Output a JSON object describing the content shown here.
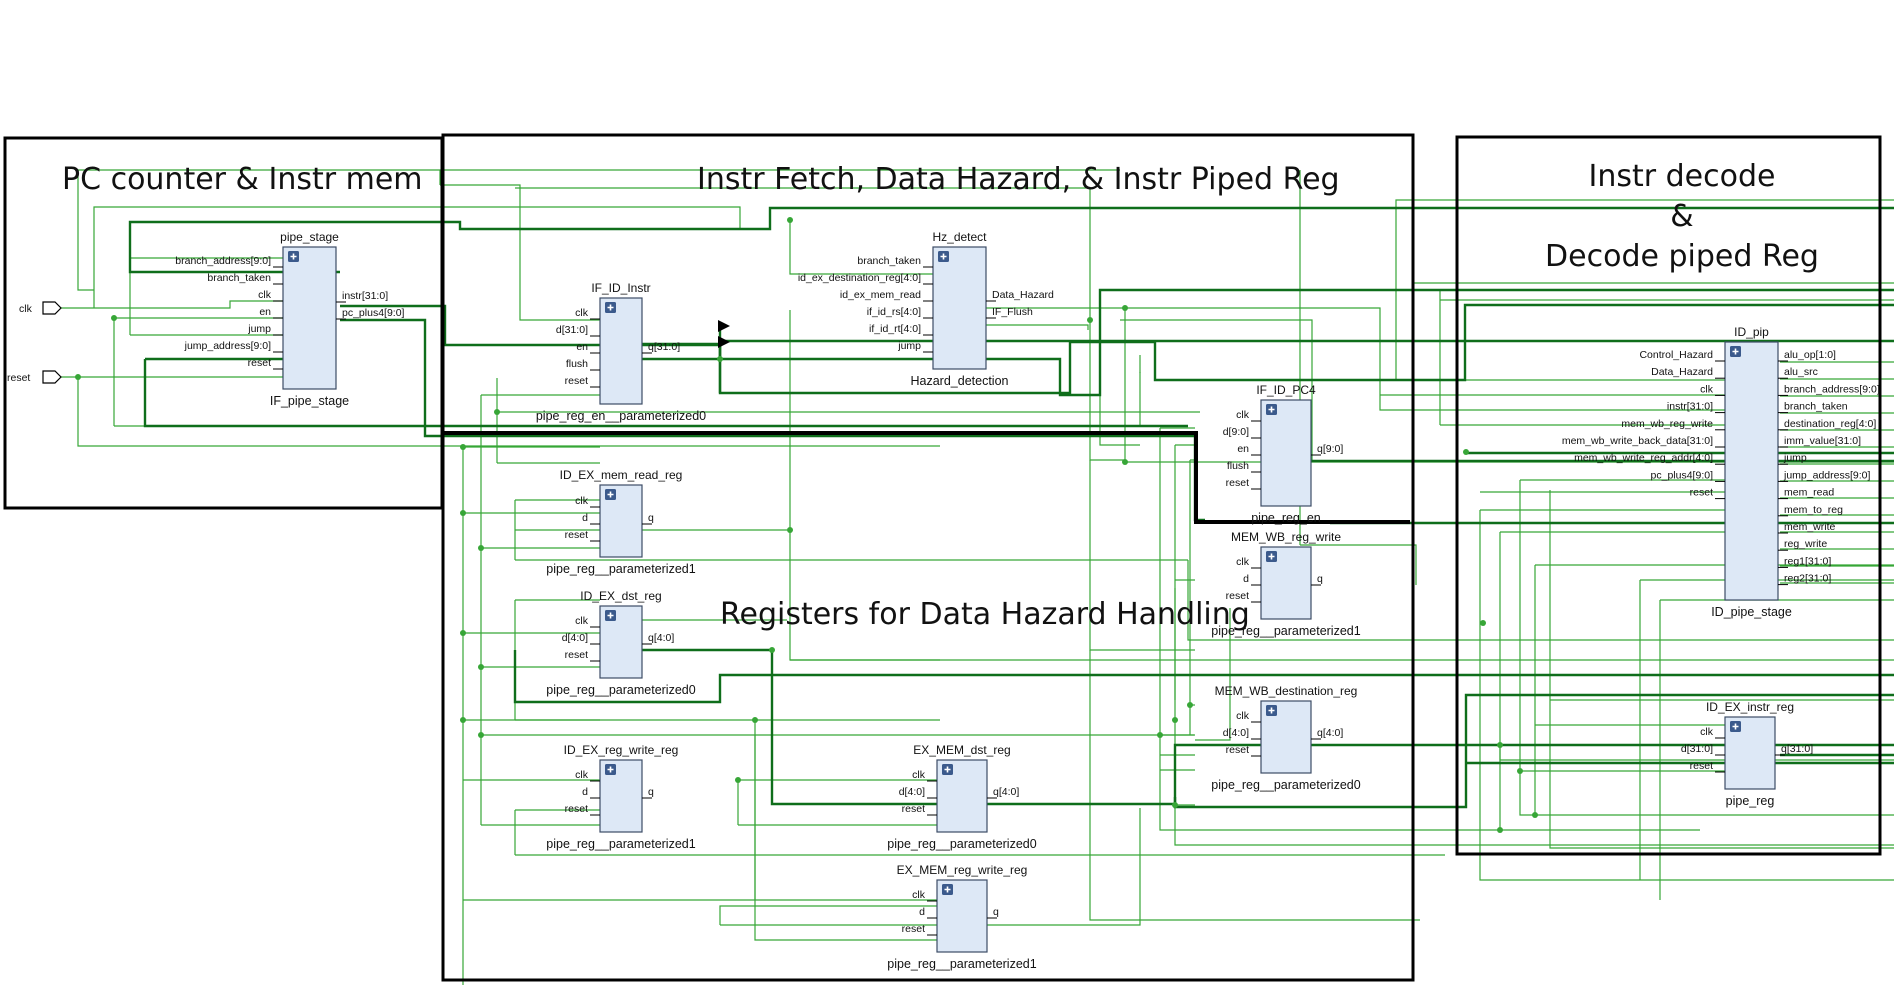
{
  "regions": {
    "pc": "PC counter & Instr mem",
    "fetch": "Instr Fetch, Data Hazard, & Instr Piped Reg",
    "decode_line1": "Instr decode",
    "decode_line2": "&",
    "decode_line3": "Decode piped Reg",
    "hazard_regs": "Registers for Data Hazard Handling"
  },
  "io_ports": [
    "clk",
    "reset"
  ],
  "blocks": [
    {
      "id": "pipe_stage",
      "title": "pipe_stage",
      "type": "IF_pipe_stage",
      "inputs": [
        "branch_address[9:0]",
        "branch_taken",
        "clk",
        "en",
        "jump",
        "jump_address[9:0]",
        "reset"
      ],
      "outputs": [
        "instr[31:0]",
        "pc_plus4[9:0]"
      ]
    },
    {
      "id": "if_id_instr",
      "title": "IF_ID_Instr",
      "type": "pipe_reg_en__parameterized0",
      "inputs": [
        "clk",
        "d[31:0]",
        "en",
        "flush",
        "reset"
      ],
      "outputs": [
        "q[31:0]"
      ]
    },
    {
      "id": "hz_detect",
      "title": "Hz_detect",
      "type": "Hazard_detection",
      "inputs": [
        "branch_taken",
        "id_ex_destination_reg[4:0]",
        "id_ex_mem_read",
        "if_id_rs[4:0]",
        "if_id_rt[4:0]",
        "jump"
      ],
      "outputs": [
        "Data_Hazard",
        "IF_Flush"
      ]
    },
    {
      "id": "if_id_pc4",
      "title": "IF_ID_PC4",
      "type": "pipe_reg_en",
      "inputs": [
        "clk",
        "d[9:0]",
        "en",
        "flush",
        "reset"
      ],
      "outputs": [
        "q[9:0]"
      ]
    },
    {
      "id": "id_ex_mem_read_reg",
      "title": "ID_EX_mem_read_reg",
      "type": "pipe_reg__parameterized1",
      "inputs": [
        "clk",
        "d",
        "reset"
      ],
      "outputs": [
        "q"
      ]
    },
    {
      "id": "id_ex_dst_reg",
      "title": "ID_EX_dst_reg",
      "type": "pipe_reg__parameterized0",
      "inputs": [
        "clk",
        "d[4:0]",
        "reset"
      ],
      "outputs": [
        "q[4:0]"
      ]
    },
    {
      "id": "mem_wb_reg_write",
      "title": "MEM_WB_reg_write",
      "type": "pipe_reg__parameterized1",
      "inputs": [
        "clk",
        "d",
        "reset"
      ],
      "outputs": [
        "q"
      ]
    },
    {
      "id": "mem_wb_destination_reg",
      "title": "MEM_WB_destination_reg",
      "type": "pipe_reg__parameterized0",
      "inputs": [
        "clk",
        "d[4:0]",
        "reset"
      ],
      "outputs": [
        "q[4:0]"
      ]
    },
    {
      "id": "id_ex_reg_write_reg",
      "title": "ID_EX_reg_write_reg",
      "type": "pipe_reg__parameterized1",
      "inputs": [
        "clk",
        "d",
        "reset"
      ],
      "outputs": [
        "q"
      ]
    },
    {
      "id": "ex_mem_dst_reg",
      "title": "EX_MEM_dst_reg",
      "type": "pipe_reg__parameterized0",
      "inputs": [
        "clk",
        "d[4:0]",
        "reset"
      ],
      "outputs": [
        "q[4:0]"
      ]
    },
    {
      "id": "ex_mem_reg_write_reg",
      "title": "EX_MEM_reg_write_reg",
      "type": "pipe_reg__parameterized1",
      "inputs": [
        "clk",
        "d",
        "reset"
      ],
      "outputs": [
        "q"
      ]
    },
    {
      "id": "id_pip",
      "title": "ID_pip",
      "type": "ID_pipe_stage",
      "inputs": [
        "Control_Hazard",
        "Data_Hazard",
        "clk",
        "instr[31:0]",
        "mem_wb_reg_write",
        "mem_wb_write_back_data[31:0]",
        "mem_wb_write_reg_addr[4:0]",
        "pc_plus4[9:0]",
        "reset"
      ],
      "outputs": [
        "alu_op[1:0]",
        "alu_src",
        "branch_address[9:0]",
        "branch_taken",
        "destination_reg[4:0]",
        "imm_value[31:0]",
        "jump",
        "jump_address[9:0]",
        "mem_read",
        "mem_to_reg",
        "mem_write",
        "reg_write",
        "reg1[31:0]",
        "reg2[31:0]"
      ]
    },
    {
      "id": "id_ex_instr_reg",
      "title": "ID_EX_instr_reg",
      "type": "pipe_reg",
      "inputs": [
        "clk",
        "d[31:0]",
        "reset"
      ],
      "outputs": [
        "q[31:0]"
      ]
    }
  ]
}
